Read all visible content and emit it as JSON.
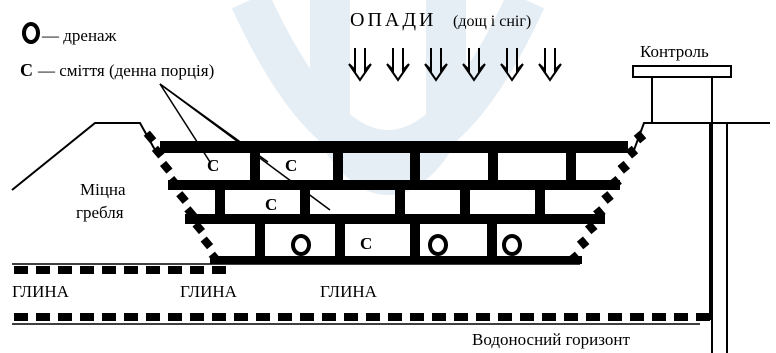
{
  "legend": {
    "drain_symbol_label": "— дренаж",
    "waste_letter": "С",
    "waste_label": "— сміття (денна порція)"
  },
  "precipitation": {
    "title": "ОПАДИ",
    "subtitle": "(дощ і сніг)",
    "arrow_count": 6
  },
  "control_label": "Контроль",
  "dam_label_line1": "Міцна",
  "dam_label_line2": "гребля",
  "cell_letter": "С",
  "clay_labels": [
    "ГЛИНА",
    "ГЛИНА",
    "ГЛИНА"
  ],
  "aquifer_label": "Водоносний горизонт",
  "colors": {
    "ink": "#000000",
    "background": "#ffffff",
    "watermark": "#dbe7f2"
  }
}
